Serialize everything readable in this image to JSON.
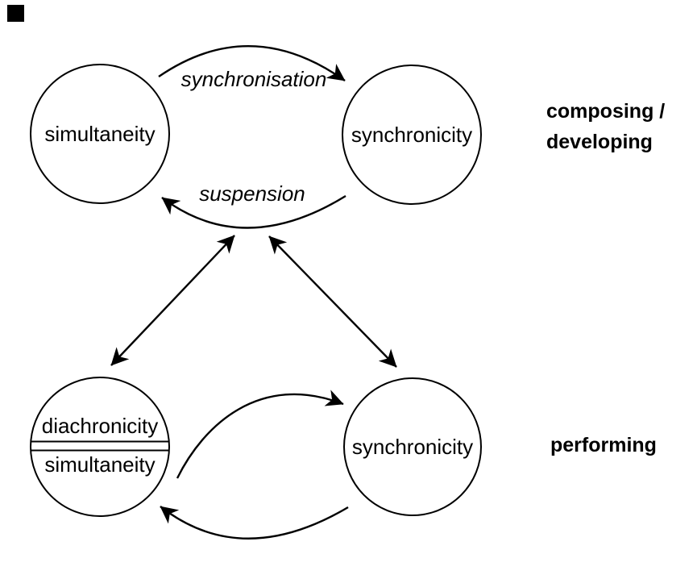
{
  "diagram": {
    "background_color": "#ffffff",
    "line_color": "#000000",
    "nodes": {
      "top_left": {
        "label": "simultaneity"
      },
      "top_right": {
        "label": "synchronicity"
      },
      "bottom_left": {
        "label_top": "diachronicity",
        "label_bottom": "simultaneity"
      },
      "bottom_right": {
        "label": "synchronicity"
      }
    },
    "edge_labels": {
      "synchronisation": "synchronisation",
      "suspension": "suspension"
    },
    "side_labels": {
      "composing_line1": "composing /",
      "composing_line2": "developing",
      "performing": "performing"
    }
  }
}
